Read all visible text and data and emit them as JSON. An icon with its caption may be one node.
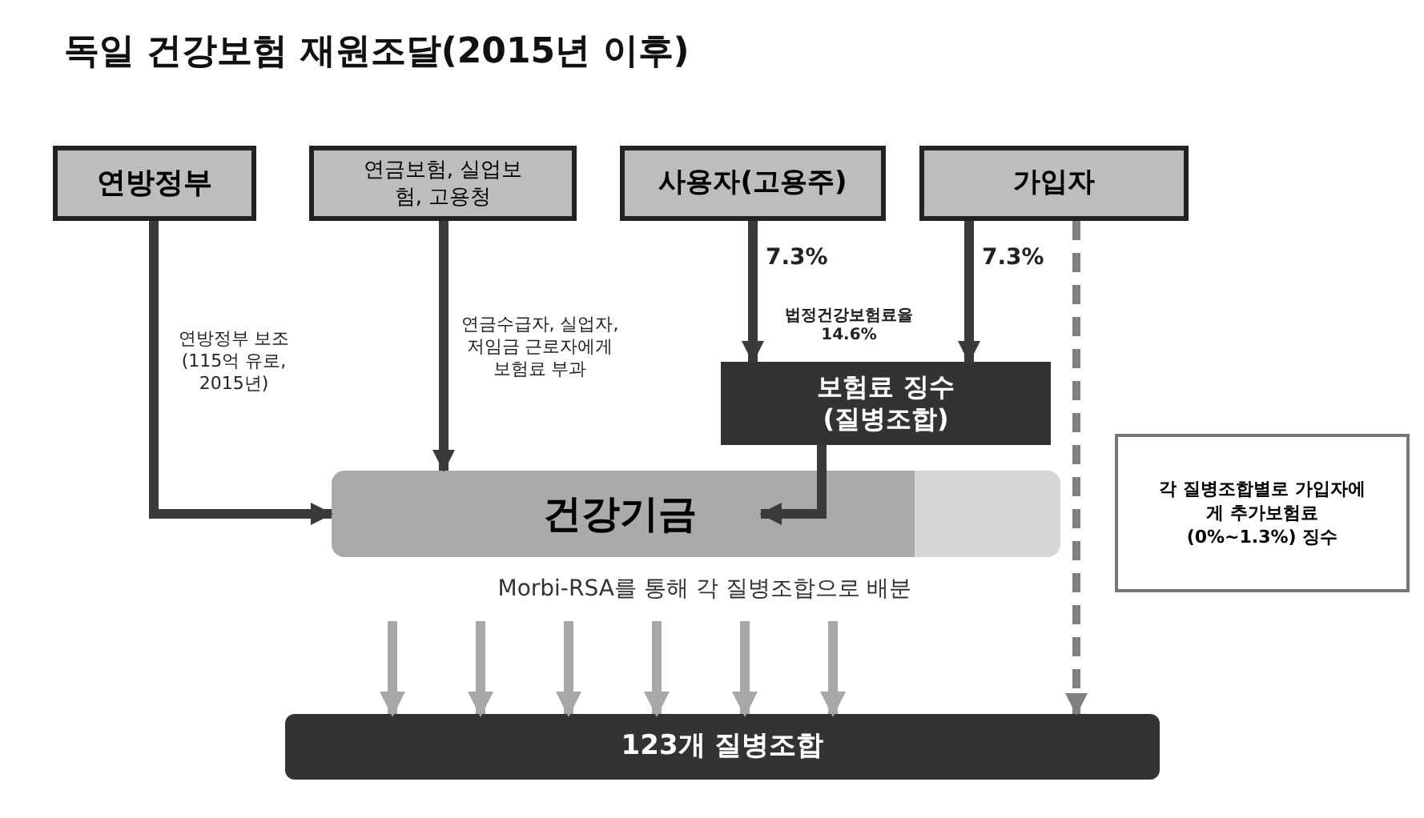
{
  "diagram": {
    "title": "독일 건강보험 재원조달(2015년 이후)",
    "nodes": [
      {
        "text": [
          "연방정부"
        ]
      },
      {
        "text": [
          "연금보험, 실업보험, 고용청"
        ]
      },
      {
        "text": [
          "사용자(고용주)"
        ]
      },
      {
        "text": [
          "가입자"
        ]
      },
      {
        "text": [
          "보험료 징수 (질병조합)"
        ]
      },
      {
        "text": [
          "건강기금"
        ]
      },
      {
        "text": [
          "각 질병조합별로 가입자에게 추가보험료 (0%~1.3%) 징수"
        ]
      },
      {
        "text": [
          "123개 질병조합"
        ]
      }
    ],
    "edges": [
      {
        "from": 0,
        "to": 5,
        "arrow": "to",
        "label": "연방정부 보조 (115억 유로, 2015년)",
        "color": "#3a3a3a"
      },
      {
        "from": 1,
        "to": 5,
        "arrow": "to",
        "label": "연금수급자, 실업자, 저임금 근로자에게 보험료 부과",
        "color": "#3a3a3a"
      },
      {
        "from": 2,
        "to": 4,
        "arrow": "to",
        "label": "7.3%",
        "color": "#3a3a3a"
      },
      {
        "from": 3,
        "to": 4,
        "arrow": "to",
        "label": "7.3%",
        "color": "#3a3a3a"
      },
      {
        "from": 4,
        "to": 5,
        "arrow": "to",
        "color": "#3a3a3a"
      },
      {
        "from": 3,
        "to": 7,
        "arrow": "to",
        "style": "dashed",
        "color": "#808080"
      },
      {
        "from": null,
        "to": 7,
        "arrow": "to",
        "color": "#a8a8a8"
      },
      {
        "from": null,
        "to": 7,
        "arrow": "to",
        "color": "#a8a8a8"
      },
      {
        "from": null,
        "to": 7,
        "arrow": "to",
        "color": "#a8a8a8"
      },
      {
        "from": null,
        "to": 7,
        "arrow": "to",
        "color": "#a8a8a8"
      },
      {
        "from": null,
        "to": 7,
        "arrow": "to",
        "color": "#a8a8a8"
      },
      {
        "from": null,
        "to": 7,
        "arrow": "to",
        "color": "#a8a8a8"
      }
    ],
    "labels": [
      "법정건강보험료율 14.6%",
      "Morbi-RSA를 통해 각 질병조합으로 배분"
    ]
  }
}
